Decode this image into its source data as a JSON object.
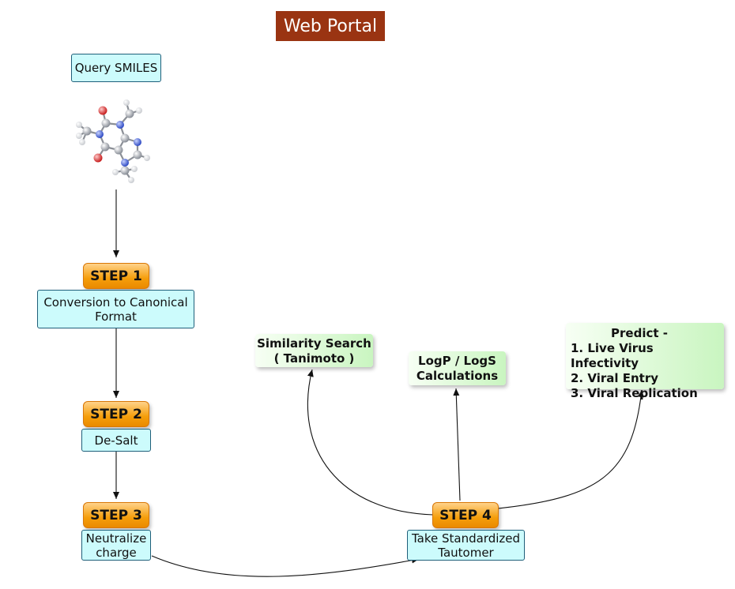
{
  "title": "Web Portal",
  "query": {
    "label": "Query SMILES"
  },
  "steps": [
    {
      "label": "STEP 1",
      "desc": [
        "Conversion  to Canonical",
        "Format"
      ]
    },
    {
      "label": "STEP 2",
      "desc": [
        "De-Salt"
      ]
    },
    {
      "label": "STEP 3",
      "desc": [
        "Neutralize",
        "charge"
      ]
    },
    {
      "label": "STEP 4",
      "desc": [
        "Take Standardized",
        "Tautomer"
      ]
    }
  ],
  "outputs": {
    "similarity": [
      "Similarity Search",
      "( Tanimoto )"
    ],
    "logp": [
      "LogP / LogS",
      "Calculations"
    ],
    "predict": {
      "heading": "Predict -",
      "items": [
        "1. Live Virus Infectivity",
        "2. Viral Entry",
        "3. Viral Replication"
      ]
    }
  },
  "colors": {
    "title_bg": "#9a3412",
    "step_bg": "#f59e0b",
    "box_bg": "#ccfbfc",
    "output_bg": "#c9f5c0",
    "atom_carbon": "#9ca3af",
    "atom_nitrogen": "#3b5bdb",
    "atom_oxygen": "#dc2626",
    "atom_hydrogen": "#e5e7eb"
  }
}
